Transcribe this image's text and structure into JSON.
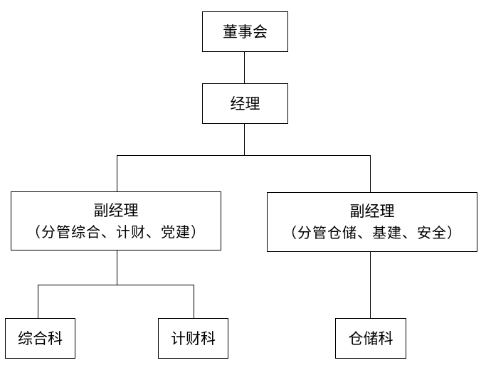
{
  "org_chart": {
    "board": {
      "label": "董事会"
    },
    "manager": {
      "label": "经理"
    },
    "deputy_left": {
      "title": "副经理",
      "scope": "（分管综合、计财、党建）"
    },
    "deputy_right": {
      "title": "副经理",
      "scope": "（分管仓储、基建、安全）"
    },
    "departments": {
      "general": {
        "label": "综合科"
      },
      "finance": {
        "label": "计财科"
      },
      "warehouse": {
        "label": "仓储科"
      }
    }
  }
}
